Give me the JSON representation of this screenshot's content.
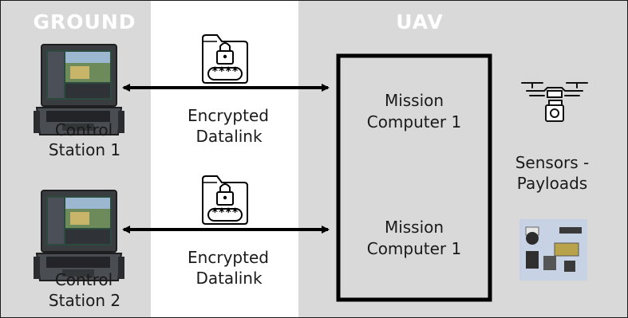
{
  "ground": {
    "header": "GROUND",
    "stations": [
      {
        "line1": "Control",
        "line2": "Station 1"
      },
      {
        "line1": "Control",
        "line2": "Station 2"
      }
    ]
  },
  "links": [
    {
      "line1": "Encrypted",
      "line2": "Datalink",
      "lock_code": "****"
    },
    {
      "line1": "Encrypted",
      "line2": "Datalink",
      "lock_code": "****"
    }
  ],
  "uav": {
    "header": "UAV",
    "computers": [
      {
        "line1": "Mission",
        "line2": "Computer 1"
      },
      {
        "line1": "Mission",
        "line2": "Computer 1"
      }
    ],
    "sensors": {
      "line1": "Sensors -",
      "line2": "Payloads"
    }
  },
  "colors": {
    "panel": "#d9d9d9",
    "border": "#000000",
    "header_text": "#ffffff"
  },
  "icons": [
    "laptop-ground-station-icon",
    "encrypted-folder-icon",
    "drone-icon",
    "sensor-payload-photo"
  ]
}
